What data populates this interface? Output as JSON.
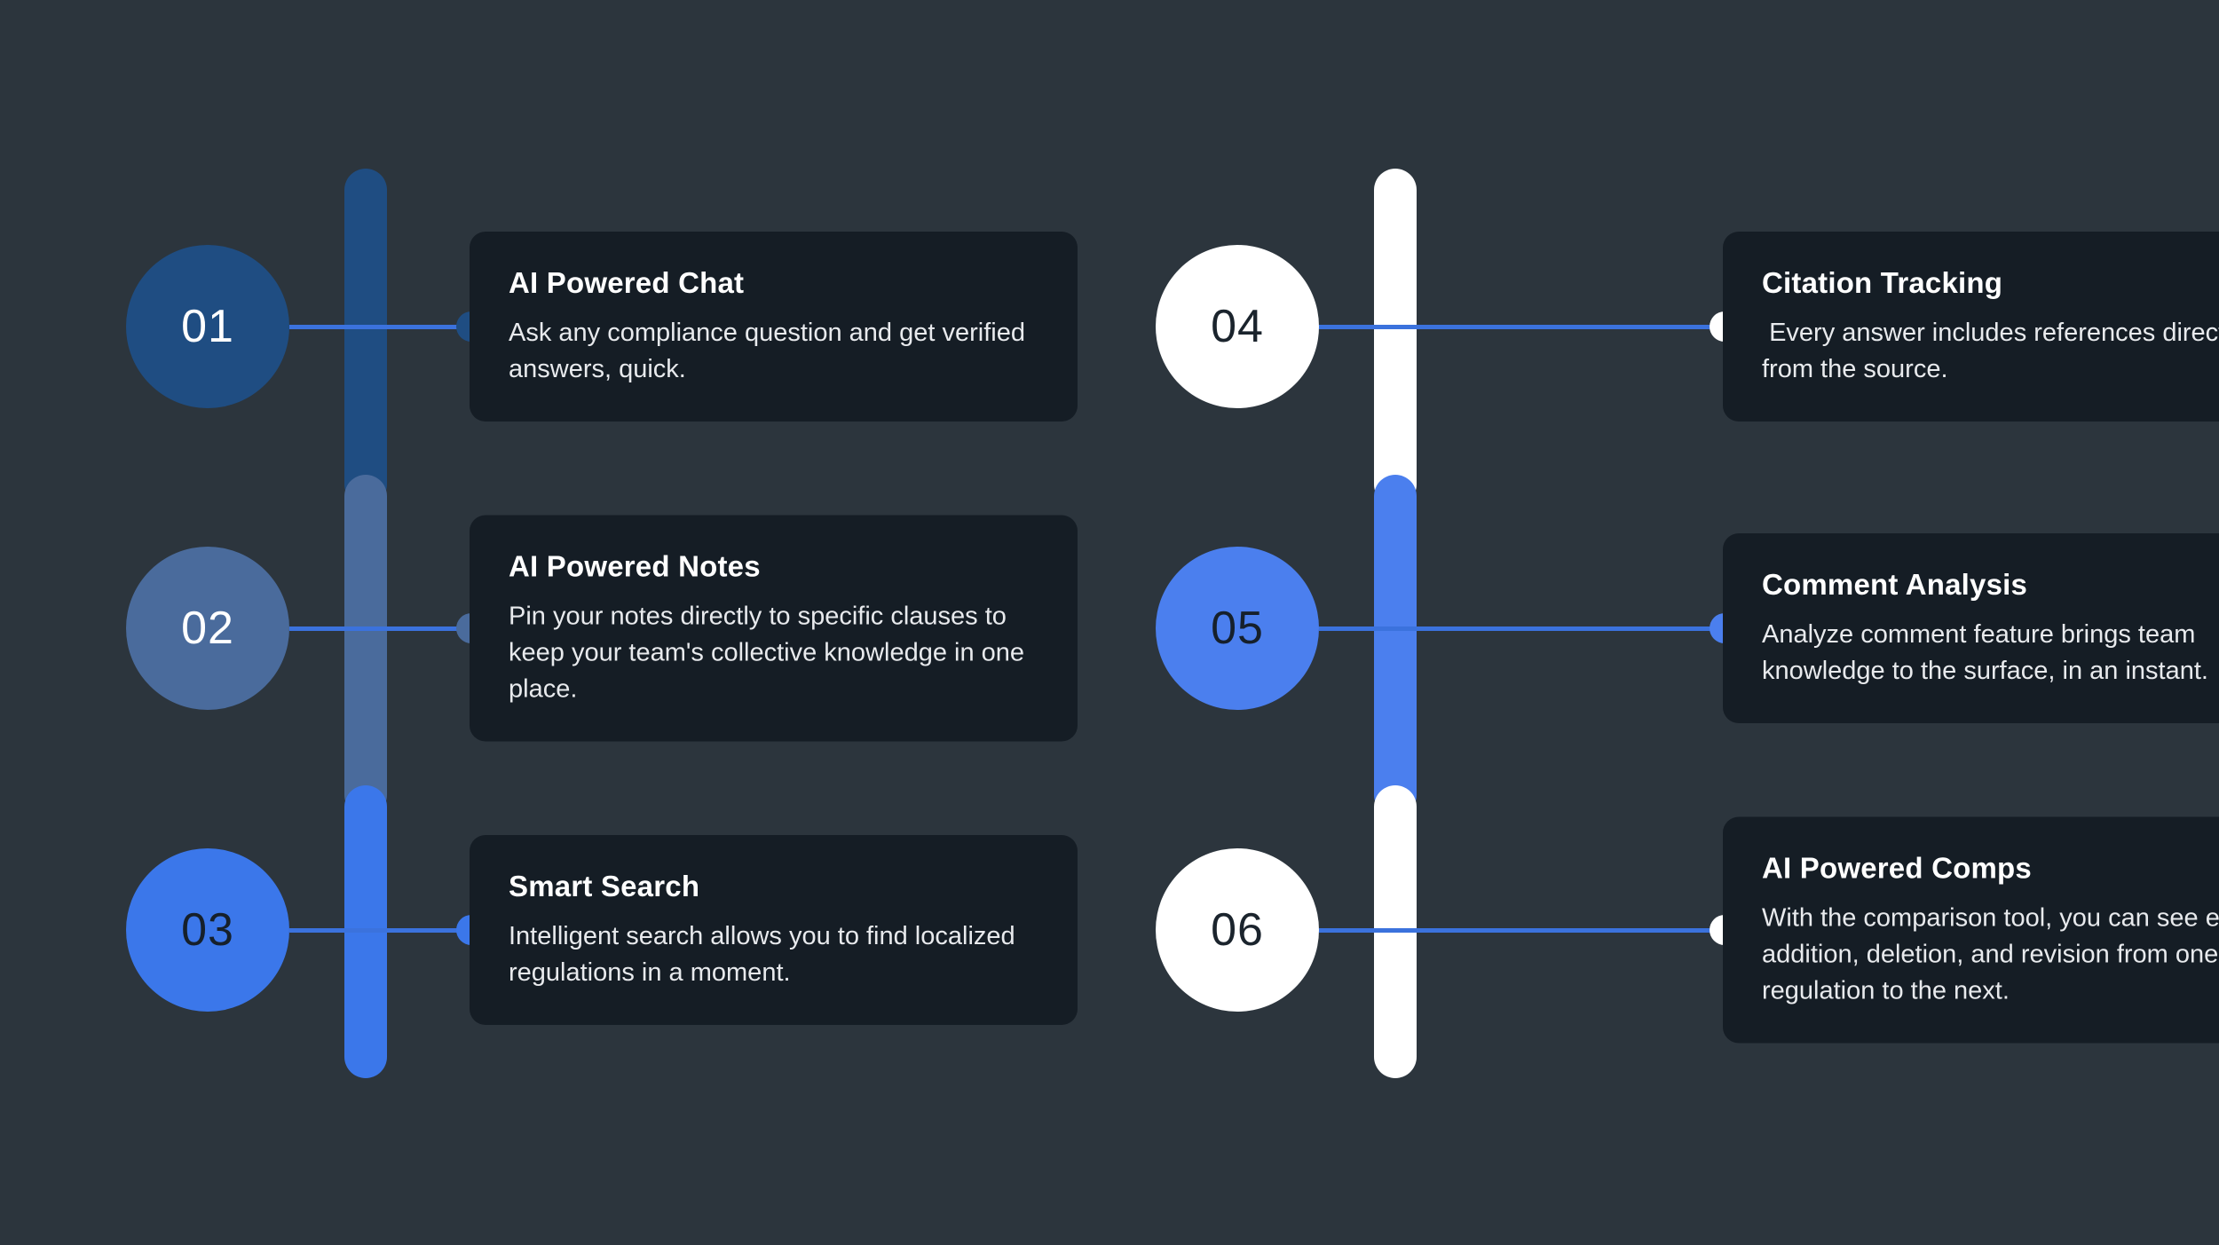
{
  "theme": {
    "background": "#2c353d",
    "card_background": "#151d25",
    "line_color": "#3b72dd",
    "title_color": "#ffffff",
    "body_color": "#e8eaed"
  },
  "columns": [
    {
      "name": "left-column",
      "rail_segments": [
        {
          "name": "rail-segment-01",
          "color": "#1f4d82"
        },
        {
          "name": "rail-segment-02",
          "color": "#4a6b9c"
        },
        {
          "name": "rail-segment-03",
          "color": "#3b77ea"
        }
      ],
      "items": [
        {
          "number": "01",
          "circle_color": "#1f4d82",
          "number_color": "#ffffff",
          "dot_color": "#1f4d82",
          "title": "AI Powered Chat",
          "description": "Ask any compliance question and get verified answers, quick."
        },
        {
          "number": "02",
          "circle_color": "#4a6b9c",
          "number_color": "#ffffff",
          "dot_color": "#4a6b9c",
          "title": "AI Powered Notes",
          "description": "Pin your notes directly to specific clauses to keep your team's collective knowledge in one place."
        },
        {
          "number": "03",
          "circle_color": "#3b77ea",
          "number_color": "#16202b",
          "dot_color": "#3b77ea",
          "title": "Smart Search",
          "description": "Intelligent search allows you to find localized regulations in a moment."
        }
      ]
    },
    {
      "name": "right-column",
      "rail_segments": [
        {
          "name": "rail-segment-04",
          "color": "#ffffff"
        },
        {
          "name": "rail-segment-05",
          "color": "#4b7fee"
        },
        {
          "name": "rail-segment-06",
          "color": "#ffffff"
        }
      ],
      "items": [
        {
          "number": "04",
          "circle_color": "#ffffff",
          "number_color": "#1b242d",
          "dot_color": "#ffffff",
          "title": "Citation Tracking",
          "description": " Every answer includes references directly from the source."
        },
        {
          "number": "05",
          "circle_color": "#4b7fee",
          "number_color": "#16202b",
          "dot_color": "#4b7fee",
          "title": "Comment Analysis",
          "description": "Analyze comment feature brings team knowledge to the surface, in an instant."
        },
        {
          "number": "06",
          "circle_color": "#ffffff",
          "number_color": "#1b242d",
          "dot_color": "#ffffff",
          "title": "AI Powered Comps",
          "description": "With the comparison tool, you can see every addition, deletion, and revision from one regulation to the next."
        }
      ]
    }
  ]
}
